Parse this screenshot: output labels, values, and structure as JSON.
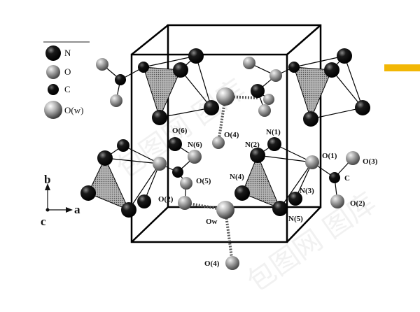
{
  "legend": [
    {
      "label": "N",
      "kind": "N"
    },
    {
      "label": "O",
      "kind": "O"
    },
    {
      "label": "C",
      "kind": "C"
    },
    {
      "label": "O(w)",
      "kind": "Ow"
    }
  ],
  "axes": {
    "b": "b",
    "a": "a",
    "c": "c"
  },
  "atom_labels": {
    "O6": "O(6)",
    "N6": "N(6)",
    "O4_top": "O(4)",
    "N1": "N(1)",
    "N2": "N(2)",
    "O1": "O(1)",
    "O3": "O(3)",
    "C": "C",
    "O5": "O(5)",
    "N4": "N(4)",
    "N3": "N(3)",
    "O2_left": "O(2)",
    "O2_right": "O(2)",
    "Ow": "Ow",
    "N5": "N(5)",
    "O4_bottom": "O(4)"
  },
  "watermark": "包图网 图库",
  "colors": {
    "accent_bar": "#f2b705",
    "polyhedron": "#9a9a9a",
    "edge": "#000000"
  }
}
